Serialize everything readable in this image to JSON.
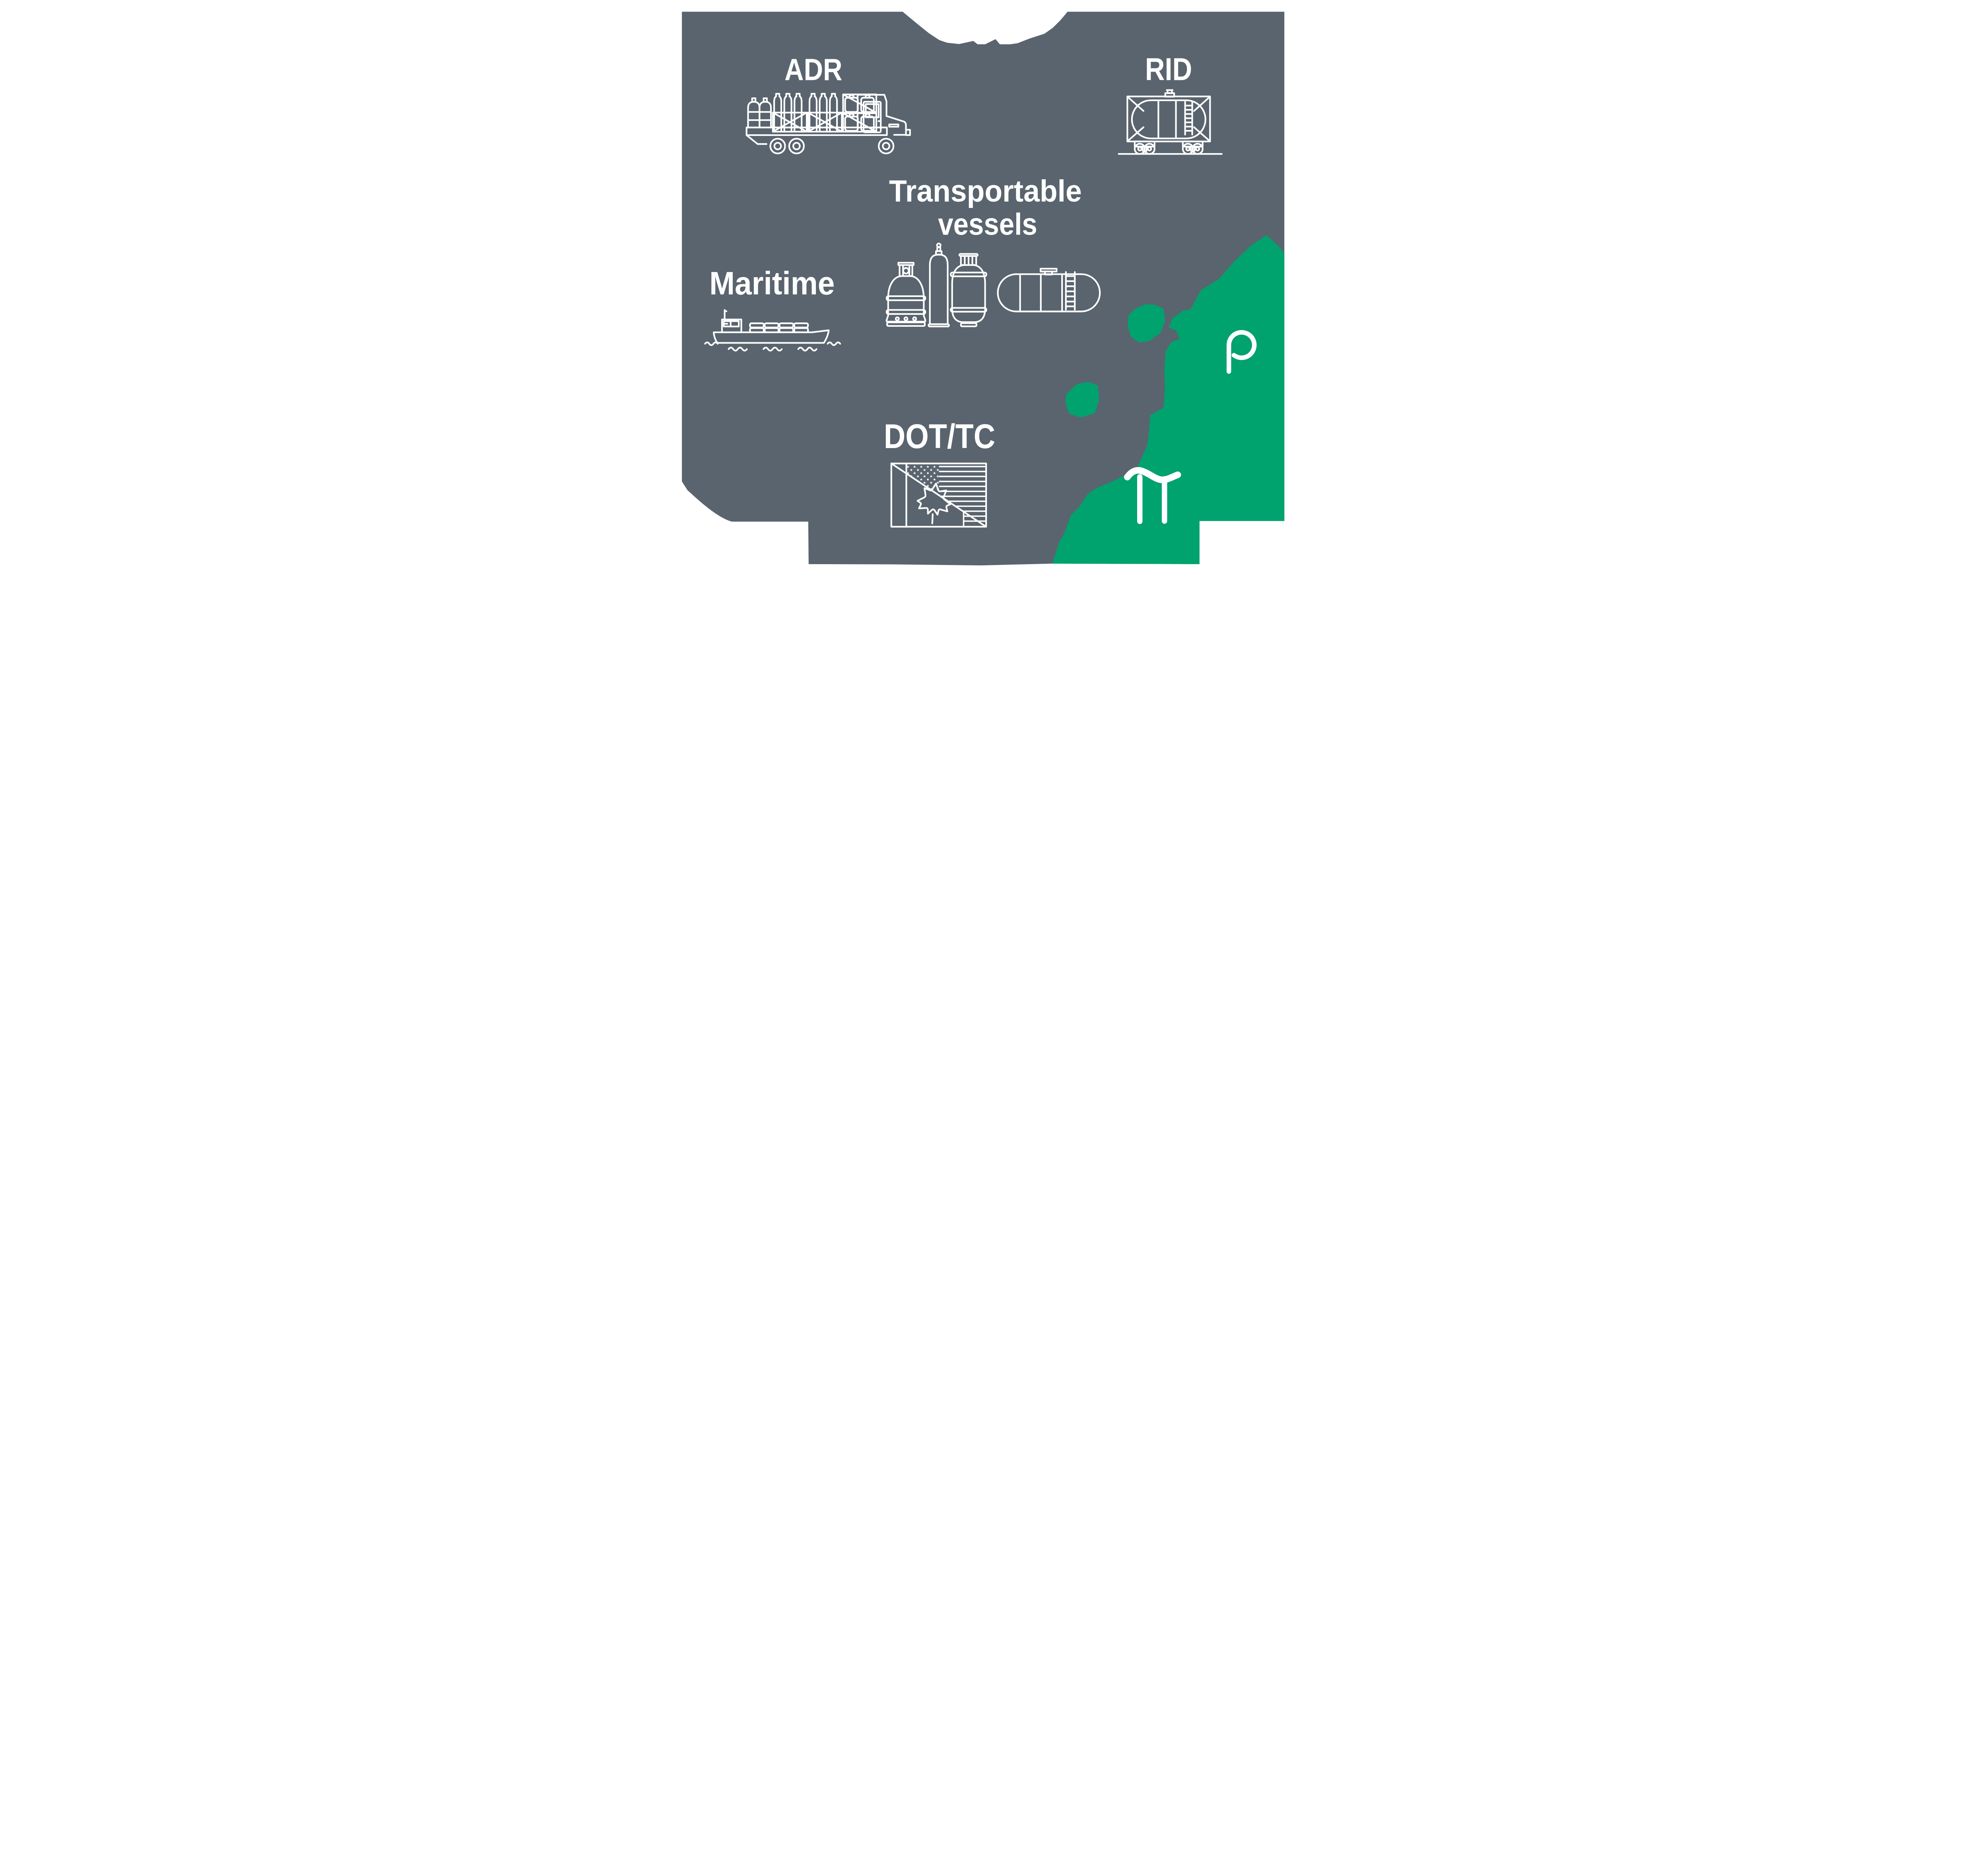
{
  "colors": {
    "page_background": "#ffffff",
    "blob_gray": "#59646e",
    "accent_green": "#00a26e",
    "line_white": "#ffffff"
  },
  "labels": {
    "adr": "ADR",
    "rid": "RID",
    "transportable_line1": "Transportable",
    "transportable_line2": "vessels",
    "maritime": "Maritime",
    "dot_tc": "DOT/TC"
  },
  "icons": [
    "truck-icon",
    "rail-tank-wagon-icon",
    "cargo-ship-icon",
    "lpg-cylinder-icon",
    "tall-gas-cylinder-icon",
    "industrial-cylinder-icon",
    "horizontal-tank-icon",
    "usa-canada-flag-icon",
    "p-mark-icon",
    "pi-mark-icon"
  ]
}
